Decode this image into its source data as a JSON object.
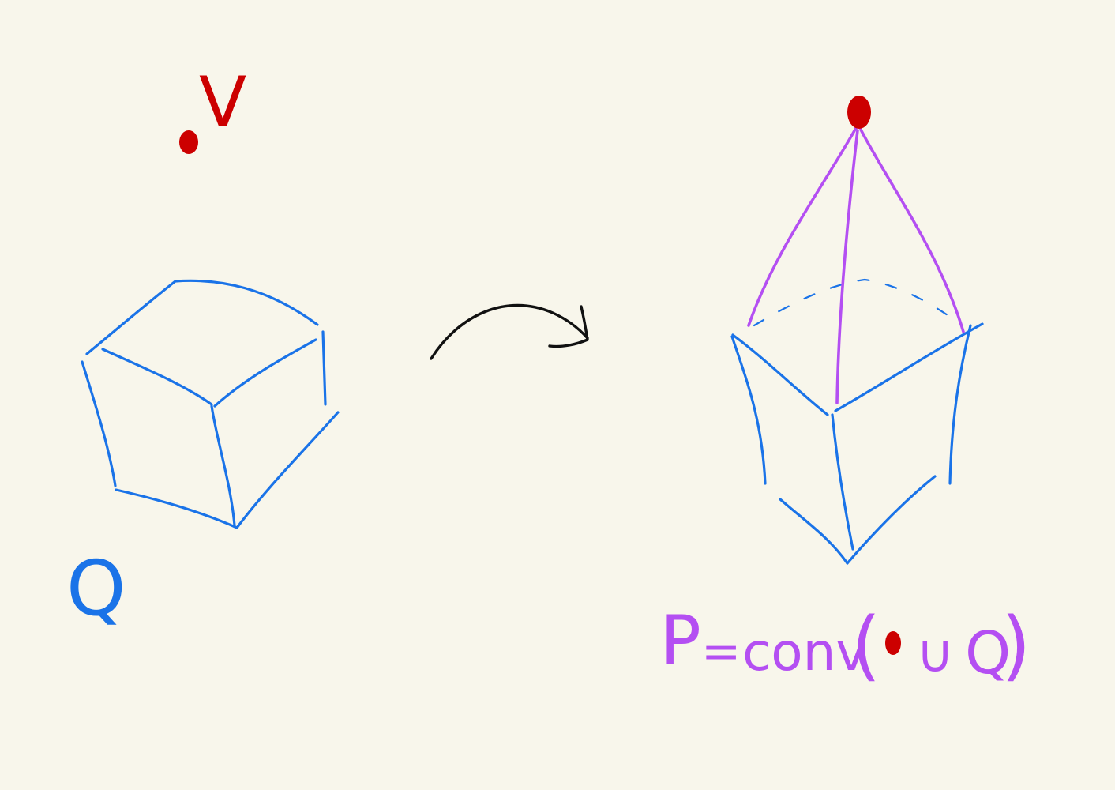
{
  "colors": {
    "background": "#f8f6eb",
    "cube_blue": "#1a73e8",
    "point_red": "#cc0000",
    "hull_purple": "#b44ff2",
    "arrow_black": "#111111"
  },
  "labels": {
    "point_label": "V",
    "cube_label": "Q",
    "formula_left": "P",
    "formula_equals": "=",
    "formula_conv": "conv",
    "formula_open": "(",
    "formula_union": "∪",
    "formula_q": "Q",
    "formula_close": ")"
  }
}
